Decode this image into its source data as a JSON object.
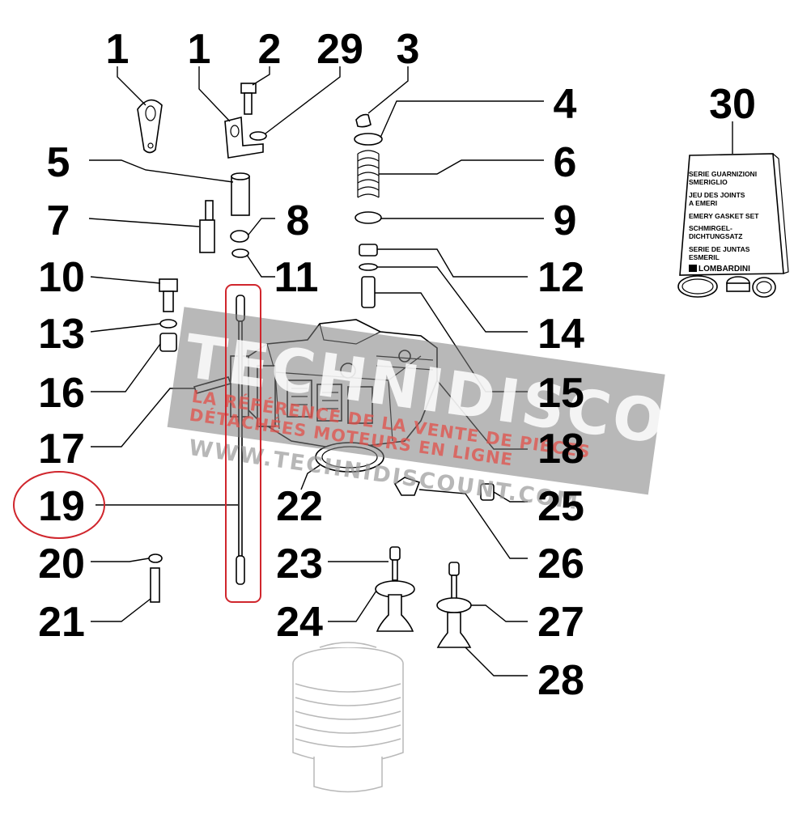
{
  "callouts": [
    {
      "id": "c-1a",
      "label": "1"
    },
    {
      "id": "c-1b",
      "label": "1"
    },
    {
      "id": "c-2",
      "label": "2"
    },
    {
      "id": "c-29",
      "label": "29"
    },
    {
      "id": "c-3",
      "label": "3"
    },
    {
      "id": "c-4",
      "label": "4"
    },
    {
      "id": "c-5",
      "label": "5"
    },
    {
      "id": "c-6",
      "label": "6"
    },
    {
      "id": "c-7",
      "label": "7"
    },
    {
      "id": "c-8",
      "label": "8"
    },
    {
      "id": "c-9",
      "label": "9"
    },
    {
      "id": "c-10",
      "label": "10"
    },
    {
      "id": "c-11",
      "label": "11"
    },
    {
      "id": "c-12",
      "label": "12"
    },
    {
      "id": "c-13",
      "label": "13"
    },
    {
      "id": "c-14",
      "label": "14"
    },
    {
      "id": "c-15",
      "label": "15"
    },
    {
      "id": "c-16",
      "label": "16"
    },
    {
      "id": "c-17",
      "label": "17"
    },
    {
      "id": "c-18",
      "label": "18"
    },
    {
      "id": "c-19",
      "label": "19"
    },
    {
      "id": "c-20",
      "label": "20"
    },
    {
      "id": "c-21",
      "label": "21"
    },
    {
      "id": "c-22",
      "label": "22"
    },
    {
      "id": "c-23",
      "label": "23"
    },
    {
      "id": "c-24",
      "label": "24"
    },
    {
      "id": "c-25",
      "label": "25"
    },
    {
      "id": "c-26",
      "label": "26"
    },
    {
      "id": "c-27",
      "label": "27"
    },
    {
      "id": "c-28",
      "label": "28"
    },
    {
      "id": "c-30",
      "label": "30"
    }
  ],
  "kit": {
    "lines": [
      "SERIE  GUARNIZIONI",
      "SMERIGLIO",
      "JEU  DES  JOINTS",
      "A EMERI",
      "EMERY GASKET SET",
      "SCHMIRGEL-",
      "DICHTUNGSATZ",
      "SERIE DE JUNTAS",
      "ESMERIL"
    ],
    "brand": "LOMBARDINI"
  },
  "watermark": {
    "brand": "TECHNIDISCOUNT",
    "tagline_1": "LA RÉFÉRENCE DE LA VENTE DE PIÈCES",
    "tagline_2": "DÉTACHÉES MOTEURS EN LIGNE",
    "url": "WWW.TECHNIDISCOUNT.COM"
  },
  "highlight": {
    "circle_color": "#d0262d",
    "box_color": "#d0262d",
    "selected_callout": "19"
  }
}
